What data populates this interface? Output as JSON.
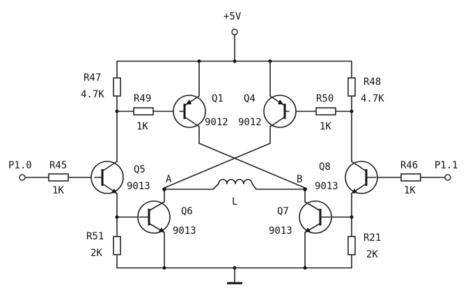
{
  "supply": {
    "label": "+5V"
  },
  "inputs": {
    "left": "P1.0",
    "right": "P1.1"
  },
  "nodes": {
    "a": "A",
    "b": "B"
  },
  "inductor": {
    "label": "L"
  },
  "resistors": {
    "r47": {
      "name": "R47",
      "value": "4.7K"
    },
    "r48": {
      "name": "R48",
      "value": "4.7K"
    },
    "r49": {
      "name": "R49",
      "value": "1K"
    },
    "r50": {
      "name": "R50",
      "value": "1K"
    },
    "r45": {
      "name": "R45",
      "value": "1K"
    },
    "r46": {
      "name": "R46",
      "value": "1K"
    },
    "r51": {
      "name": "R51",
      "value": "2K"
    },
    "r21": {
      "name": "R21",
      "value": "2K"
    }
  },
  "transistors": {
    "q1": {
      "name": "Q1",
      "part": "9012"
    },
    "q4": {
      "name": "Q4",
      "part": "9012"
    },
    "q5": {
      "name": "Q5",
      "part": "9013"
    },
    "q8": {
      "name": "Q8",
      "part": "9013"
    },
    "q6": {
      "name": "Q6",
      "part": "9013"
    },
    "q7": {
      "name": "Q7",
      "part": "9013"
    }
  }
}
